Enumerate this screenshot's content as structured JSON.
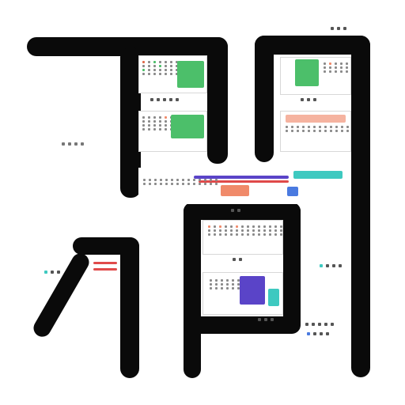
{
  "colors": {
    "ink": "#0a0a0a",
    "green": "#4cbf6a",
    "salmon": "#f08a6a",
    "purple": "#5a44c8",
    "teal": "#3ec9c0",
    "blue": "#4a7ae0",
    "red": "#e04a4a",
    "grey": "#8a8a8a"
  },
  "icons": [
    "abstract-glyph-tile",
    "glyph-panel",
    "connector-line"
  ],
  "captions": []
}
